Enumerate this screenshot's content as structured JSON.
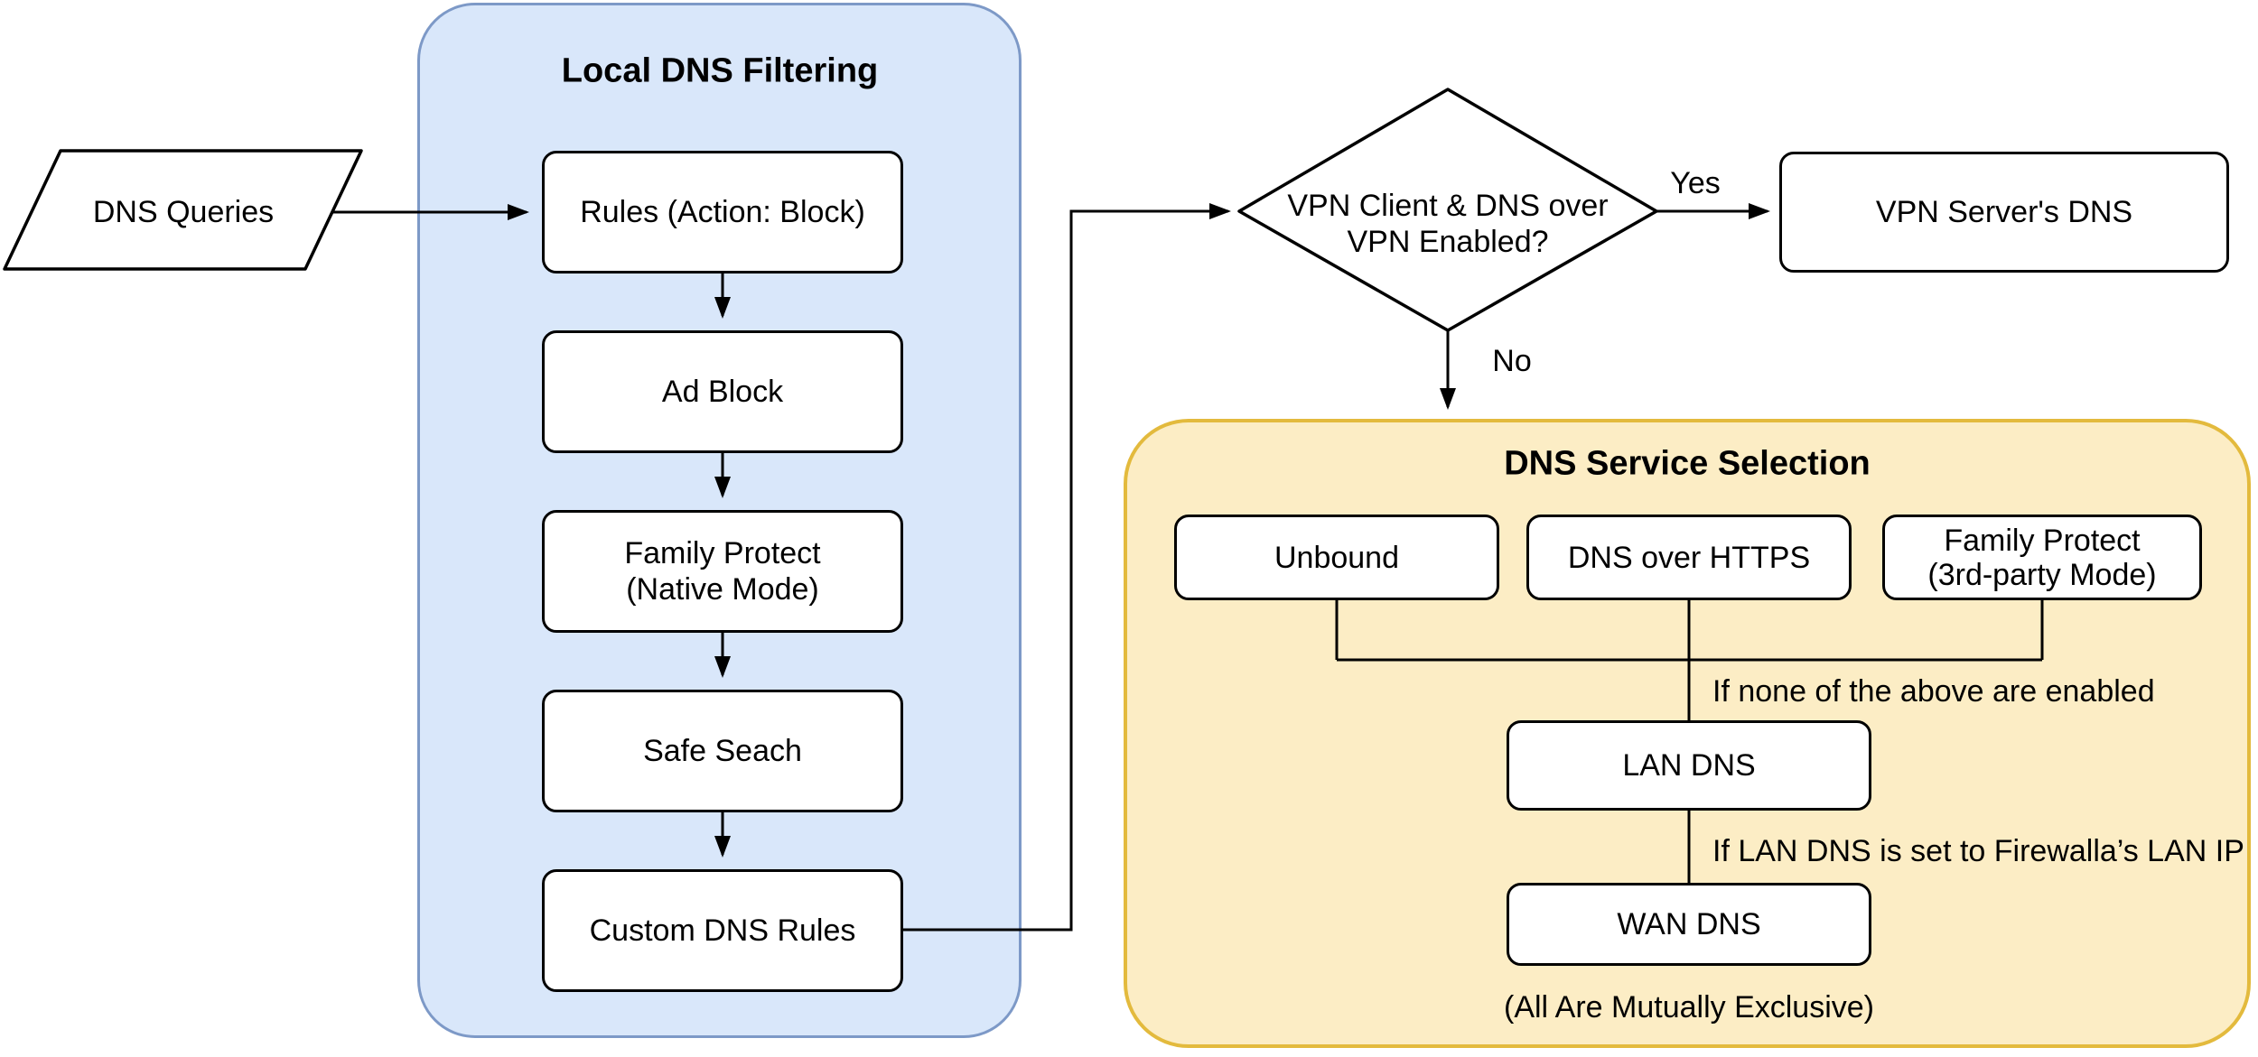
{
  "input": {
    "label": "DNS Queries"
  },
  "local": {
    "title": "Local DNS Filtering",
    "steps": [
      "Rules (Action: Block)",
      "Ad Block",
      "Family Protect\n(Native Mode)",
      "Safe Seach",
      "Custom DNS Rules"
    ]
  },
  "decision": {
    "text": "VPN Client & DNS over\nVPN Enabled?",
    "yes": "Yes",
    "no": "No"
  },
  "vpn_box": {
    "label": "VPN Server's DNS"
  },
  "selection": {
    "title": "DNS Service Selection",
    "options": [
      "Unbound",
      "DNS over HTTPS",
      "Family Protect\n(3rd-party Mode)"
    ],
    "cond_none": "If none of the above are enabled",
    "lan": "LAN DNS",
    "cond_lan": "If LAN DNS is set to Firewalla’s LAN IP",
    "wan": "WAN DNS",
    "note": "(All Are Mutually Exclusive)"
  },
  "colors": {
    "blue_fill": "#d9e7fa",
    "blue_stroke": "#7d99c7",
    "yellow_fill": "#fcedc5",
    "yellow_stroke": "#e3ba3d",
    "node_fill": "#ffffff",
    "line": "#000000"
  }
}
